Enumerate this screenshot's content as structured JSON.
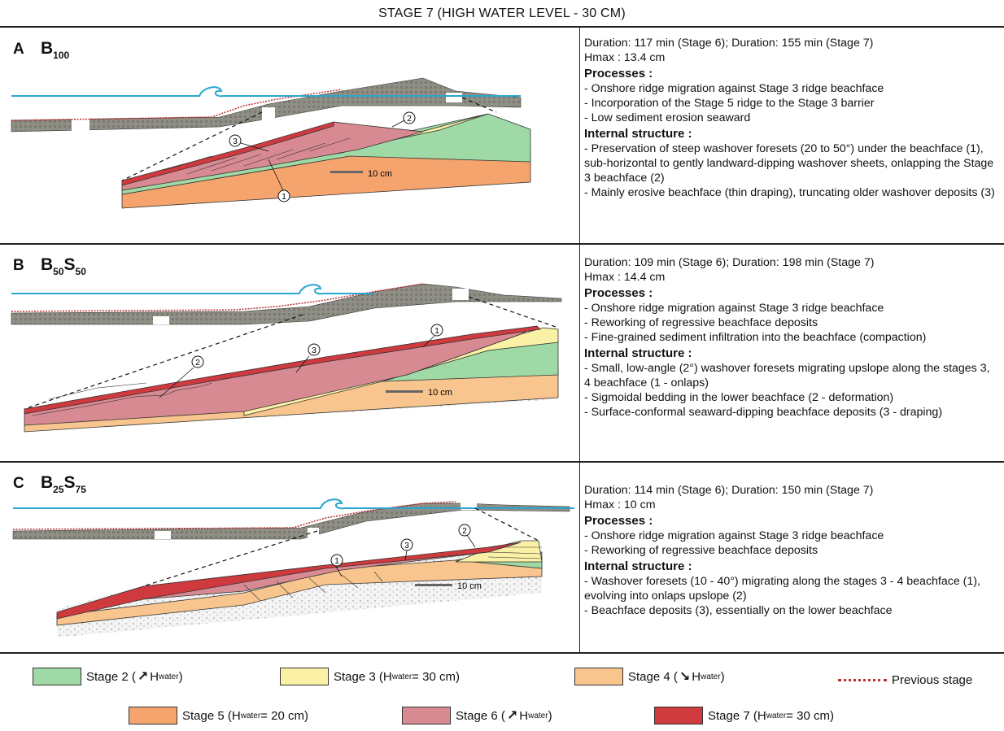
{
  "title": "STAGE 7 (HIGH WATER LEVEL - 30 CM)",
  "colors": {
    "stage2": "#9fd9a5",
    "stage3": "#fbf1a6",
    "stage4": "#f7c58d",
    "stage5": "#f5a46e",
    "stage6": "#d88a92",
    "stage7": "#cf3a3f",
    "water": "#2aa6d0",
    "previous": "#b83030"
  },
  "scale_label": "10 cm",
  "panels": [
    {
      "letter": "A",
      "name_base": "B",
      "name_sub": "100",
      "name_base2": "",
      "name_sub2": "",
      "duration": "Duration: 117 min (Stage 6); Duration: 155 min (Stage 7)",
      "hmax": "Hmax : 13.4 cm",
      "processes_heading": "Processes",
      "processes": [
        "- Onshore ridge migration against Stage 3 ridge beachface",
        "- Incorporation of the Stage 5 ridge to the Stage 3 barrier",
        "- Low sediment erosion seaward"
      ],
      "structure_heading": "Internal structure",
      "structure": [
        "- Preservation of steep washover foresets (20 to 50°) under the beachface (1), sub-horizontal to gently landward-dipping washover sheets, onlapping the Stage 3 beachface (2)",
        "- Mainly erosive beachface (thin draping), truncating older washover deposits (3)"
      ],
      "markers": [
        "1",
        "2",
        "3"
      ]
    },
    {
      "letter": "B",
      "name_base": "B",
      "name_sub": "50",
      "name_base2": "S",
      "name_sub2": "50",
      "duration": "Duration: 109 min (Stage 6); Duration: 198 min (Stage 7)",
      "hmax": "Hmax : 14.4 cm",
      "processes_heading": "Processes",
      "processes": [
        "- Onshore ridge migration against Stage 3 ridge beachface",
        "- Reworking of regressive beachface deposits",
        "- Fine-grained sediment infiltration into the beachface (compaction)"
      ],
      "structure_heading": "Internal structure",
      "structure": [
        "- Small, low-angle (2°) washover foresets migrating upslope along the stages 3, 4 beachface (1 - onlaps)",
        "- Sigmoidal bedding in the lower beachface (2 - deformation)",
        "- Surface-conformal seaward-dipping beachface deposits (3 - draping)"
      ],
      "markers": [
        "1",
        "2",
        "3"
      ]
    },
    {
      "letter": "C",
      "name_base": "B",
      "name_sub": "25",
      "name_base2": "S",
      "name_sub2": "75",
      "duration": "Duration: 114 min (Stage 6); Duration: 150 min (Stage 7)",
      "hmax": "Hmax : 10 cm",
      "processes_heading": "Processes",
      "processes": [
        "- Onshore ridge migration against Stage 3 ridge beachface",
        "- Reworking of regressive beachface deposits"
      ],
      "structure_heading": "Internal structure",
      "structure": [
        "- Washover foresets (10 - 40°) migrating along the stages 3 - 4 beachface (1), evolving into onlaps upslope (2)",
        "- Beachface deposits (3), essentially on the lower beachface"
      ],
      "markers": [
        "1",
        "2",
        "3"
      ]
    }
  ],
  "legend": {
    "stage2": {
      "text": "Stage 2 (",
      "sym": "↗",
      "h": "H",
      "sub": "water",
      "end": ")"
    },
    "stage3": {
      "text": "Stage 3 (H",
      "sub": "water",
      "end": " = 30 cm)"
    },
    "stage4": {
      "text": "Stage 4 (",
      "sym": "↘",
      "h": "H",
      "sub": "water",
      "end": ")"
    },
    "previous": {
      "text": "Previous stage"
    },
    "stage5": {
      "text": "Stage 5 (H",
      "sub": "water",
      "end": " = 20 cm)"
    },
    "stage6": {
      "text": "Stage 6 (",
      "sym": "↗",
      "h": "H",
      "sub": "water",
      "end": ")"
    },
    "stage7": {
      "text": "Stage 7 (H",
      "sub": "water",
      "end": " = 30 cm)"
    }
  }
}
